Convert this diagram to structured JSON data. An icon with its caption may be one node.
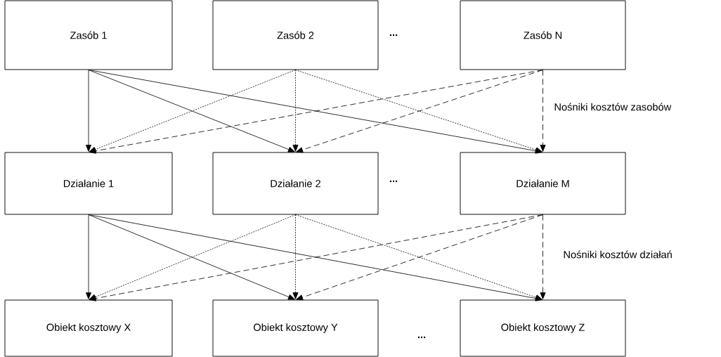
{
  "diagram": {
    "nodes": [
      {
        "text": [
          "Zasób 1"
        ]
      },
      {
        "text": [
          "Zasób 2"
        ]
      },
      {
        "text": [
          "Zasób N"
        ]
      },
      {
        "text": [
          "Działanie 1"
        ]
      },
      {
        "text": [
          "Działanie 2"
        ]
      },
      {
        "text": [
          "Działanie M"
        ]
      },
      {
        "text": [
          "Obiekt kosztowy X"
        ]
      },
      {
        "text": [
          "Obiekt kosztowy Y"
        ]
      },
      {
        "text": [
          "Obiekt kosztowy Z"
        ]
      }
    ],
    "edges": [
      {
        "from": 0,
        "to": 3,
        "arrow": "to"
      },
      {
        "from": 0,
        "to": 4,
        "arrow": "to"
      },
      {
        "from": 0,
        "to": 5,
        "arrow": "to"
      },
      {
        "from": 1,
        "to": 3,
        "arrow": "to",
        "style": "dashed"
      },
      {
        "from": 1,
        "to": 4,
        "arrow": "to",
        "style": "dashed"
      },
      {
        "from": 1,
        "to": 5,
        "arrow": "to",
        "style": "dashed"
      },
      {
        "from": 2,
        "to": 3,
        "arrow": "to",
        "style": "dashed"
      },
      {
        "from": 2,
        "to": 4,
        "arrow": "to",
        "style": "dashed"
      },
      {
        "from": 2,
        "to": 5,
        "arrow": "to",
        "style": "dashed"
      },
      {
        "from": 3,
        "to": 6,
        "arrow": "to"
      },
      {
        "from": 3,
        "to": 7,
        "arrow": "to"
      },
      {
        "from": 3,
        "to": 8,
        "arrow": "to"
      },
      {
        "from": 4,
        "to": 6,
        "arrow": "to",
        "style": "dashed"
      },
      {
        "from": 4,
        "to": 7,
        "arrow": "to",
        "style": "dashed"
      },
      {
        "from": 4,
        "to": 8,
        "arrow": "to",
        "style": "dashed"
      },
      {
        "from": 5,
        "to": 6,
        "arrow": "to",
        "style": "dashed"
      },
      {
        "from": 5,
        "to": 7,
        "arrow": "to",
        "style": "dashed"
      },
      {
        "from": 5,
        "to": 8,
        "arrow": "to",
        "style": "dashed"
      }
    ],
    "labels": [
      "...",
      "Nośniki kosztów zasobów",
      "...",
      "Nośniki kosztów działań",
      "..."
    ]
  }
}
